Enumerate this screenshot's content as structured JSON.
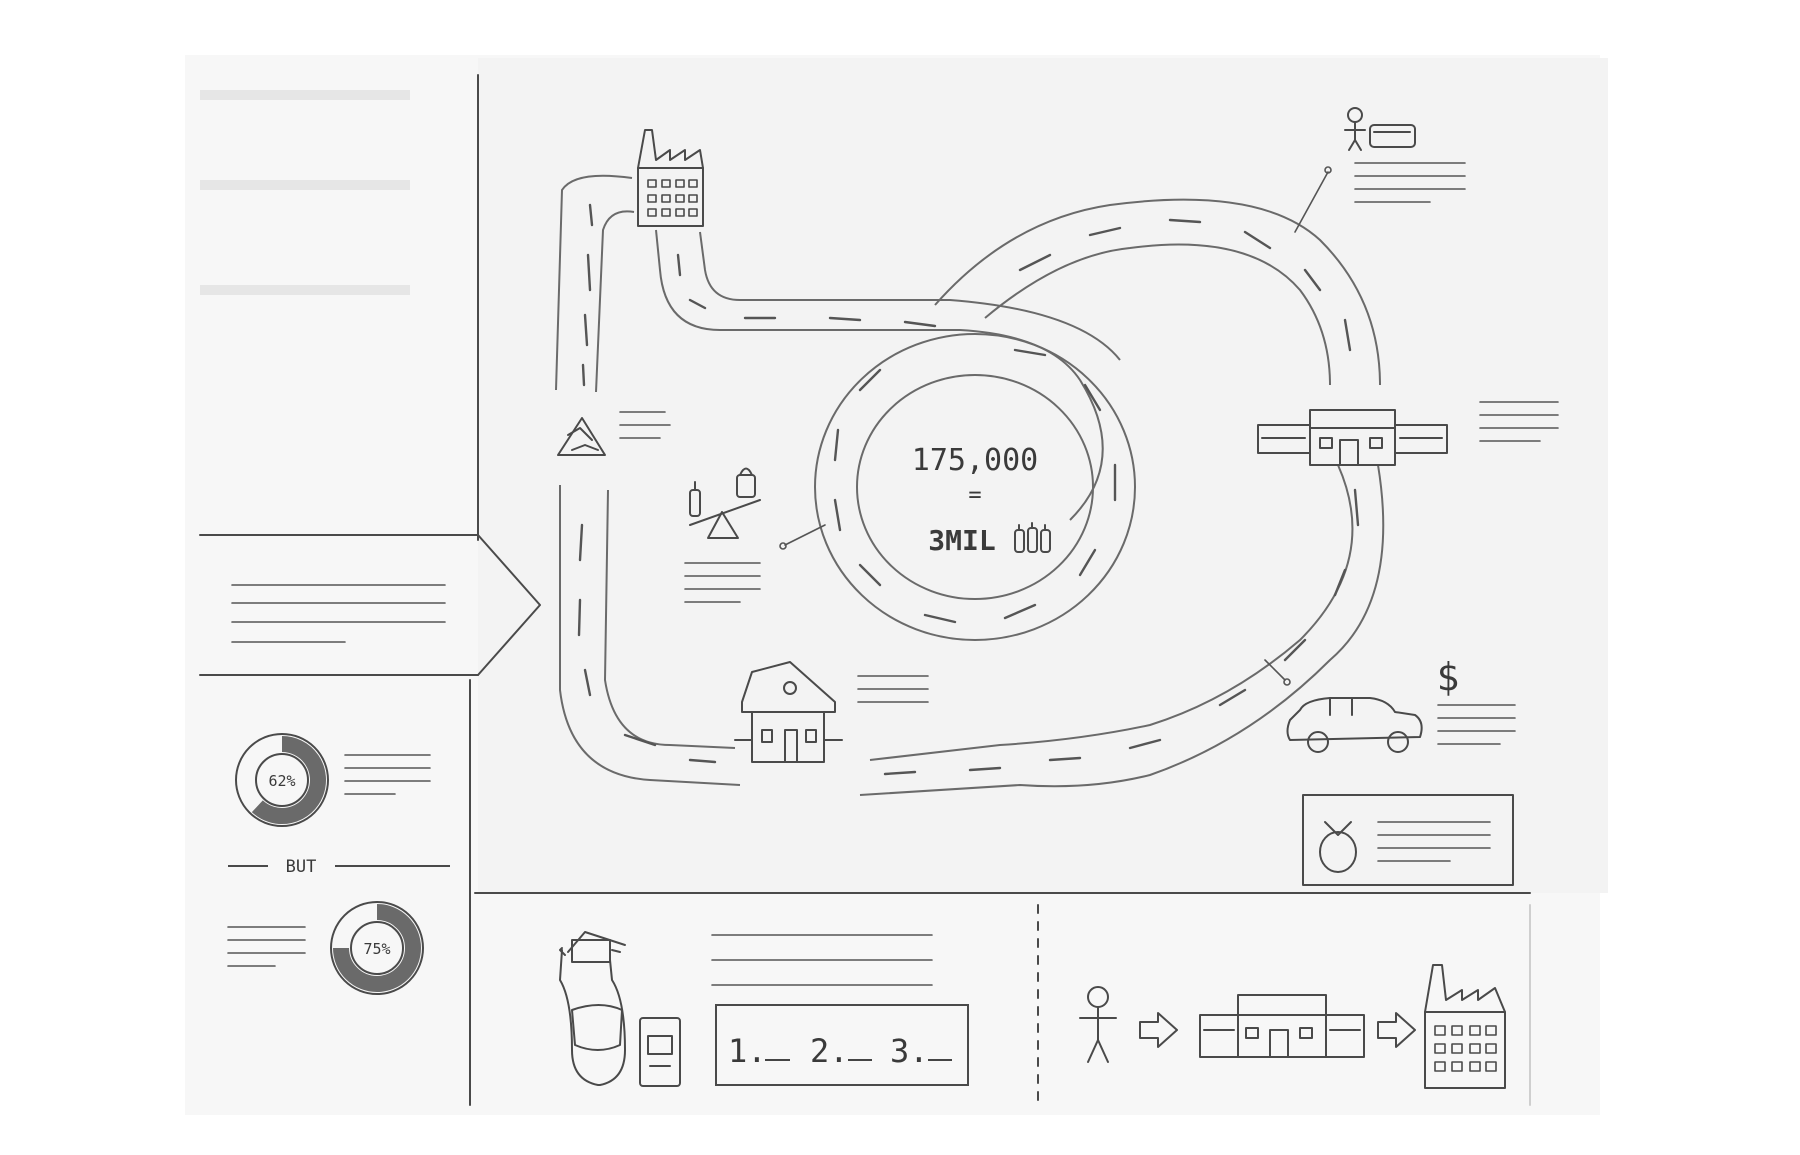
{
  "center": {
    "count": "175,000",
    "equals": "=",
    "result": "3MIL"
  },
  "donut_top": {
    "label": "62%",
    "value": 62
  },
  "donut_bottom": {
    "label": "75%",
    "value": 75
  },
  "but_label": "BUT",
  "steps": {
    "one": "1.",
    "two": "2.",
    "three": "3."
  },
  "icons": {
    "factory_top": "factory-icon",
    "person_top": "person-with-box-icon",
    "recycle": "recycle-icon",
    "scale": "balance-scale-icon",
    "store": "store-icon",
    "dollar": "dollar-icon",
    "car": "car-icon",
    "house": "house-icon",
    "money_bag": "money-bag-icon",
    "spray": "spray-bottle-icon",
    "packet": "packet-icon",
    "flow_person": "person-icon",
    "flow_arrow": "arrow-right-icon",
    "flow_store": "store-icon",
    "flow_factory": "factory-icon"
  },
  "dollar_sign": "$"
}
